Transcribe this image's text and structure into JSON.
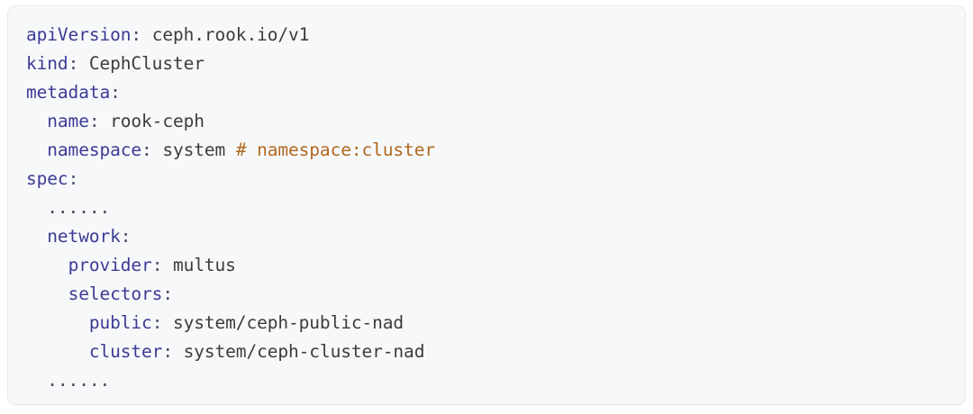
{
  "code_block": {
    "language": "yaml",
    "background_color": "#f7f8f9",
    "border_color": "#e9eaec",
    "colors": {
      "key": "#3b3b96",
      "value": "#3c3c3c",
      "comment": "#b06820",
      "punctuation": "#4a4a6a",
      "ellipsis": "#45455f"
    },
    "lines": [
      {
        "indent": 0,
        "key": "apiVersion",
        "separator": ":",
        "value": "ceph.rook.io/v1",
        "comment": ""
      },
      {
        "indent": 0,
        "key": "kind",
        "separator": ":",
        "value": "CephCluster",
        "comment": ""
      },
      {
        "indent": 0,
        "key": "metadata",
        "separator": ":",
        "value": "",
        "comment": ""
      },
      {
        "indent": 2,
        "key": "name",
        "separator": ":",
        "value": "rook-ceph",
        "comment": ""
      },
      {
        "indent": 2,
        "key": "namespace",
        "separator": ":",
        "value": "system",
        "comment": "# namespace:cluster"
      },
      {
        "indent": 0,
        "key": "spec",
        "separator": ":",
        "value": "",
        "comment": ""
      },
      {
        "indent": 2,
        "key": "",
        "separator": "",
        "value": "",
        "comment": "",
        "ellipsis": "......"
      },
      {
        "indent": 2,
        "key": "network",
        "separator": ":",
        "value": "",
        "comment": ""
      },
      {
        "indent": 4,
        "key": "provider",
        "separator": ":",
        "value": "multus",
        "comment": ""
      },
      {
        "indent": 4,
        "key": "selectors",
        "separator": ":",
        "value": "",
        "comment": ""
      },
      {
        "indent": 6,
        "key": "public",
        "separator": ":",
        "value": "system/ceph-public-nad",
        "comment": ""
      },
      {
        "indent": 6,
        "key": "cluster",
        "separator": ":",
        "value": "system/ceph-cluster-nad",
        "comment": ""
      },
      {
        "indent": 2,
        "key": "",
        "separator": "",
        "value": "",
        "comment": "",
        "ellipsis": "......"
      }
    ]
  }
}
